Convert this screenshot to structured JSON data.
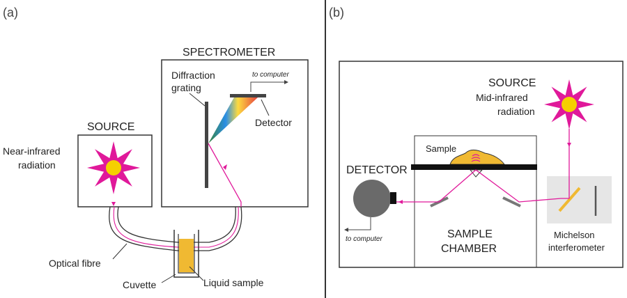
{
  "panel_a": {
    "label": "(a)",
    "source_title": "SOURCE",
    "source_desc_1": "Near-infrared",
    "source_desc_2": "radiation",
    "spectrometer_title": "SPECTROMETER",
    "grating_1": "Diffraction",
    "grating_2": "grating",
    "to_computer": "to computer",
    "detector": "Detector",
    "optical_fibre": "Optical fibre",
    "cuvette": "Cuvette",
    "liquid_sample": "Liquid sample"
  },
  "panel_b": {
    "label": "(b)",
    "source_title": "SOURCE",
    "source_desc_1": "Mid-infrared",
    "source_desc_2": "radiation",
    "sample": "Sample",
    "detector_title": "DETECTOR",
    "to_computer": "to computer",
    "chamber_1": "SAMPLE",
    "chamber_2": "CHAMBER",
    "michelson_1": "Michelson",
    "michelson_2": "interferometer"
  },
  "colors": {
    "beam": "#e0199a",
    "star": "#e0199a",
    "star_core": "#f5d000",
    "sample": "#f0b932",
    "outline": "#333333",
    "mirror": "#888888",
    "interferometer_bg": "#e6e6e6"
  }
}
